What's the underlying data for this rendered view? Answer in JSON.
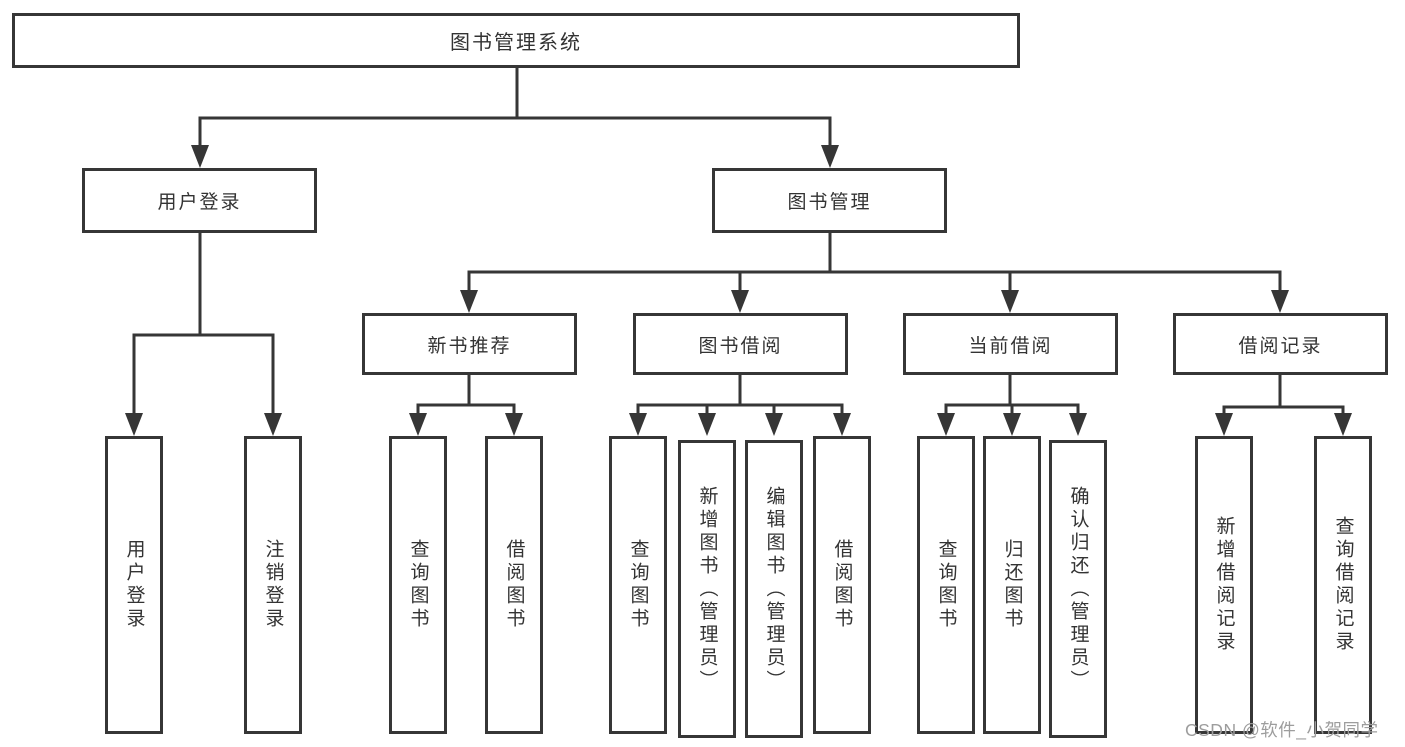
{
  "diagram": {
    "root": {
      "label": "图书管理系统"
    },
    "branches": [
      {
        "label": "用户登录",
        "children": [
          "用户登录",
          "注销登录"
        ]
      },
      {
        "label": "图书管理",
        "modules": [
          {
            "label": "新书推荐",
            "children": [
              "查询图书",
              "借阅图书"
            ]
          },
          {
            "label": "图书借阅",
            "children": [
              "查询图书",
              "新增图书（管理员）",
              "编辑图书（管理员）",
              "借阅图书"
            ]
          },
          {
            "label": "当前借阅",
            "children": [
              "查询图书",
              "归还图书",
              "确认归还（管理员）"
            ]
          },
          {
            "label": "借阅记录",
            "children": [
              "新增借阅记录",
              "查询借阅记录"
            ]
          }
        ]
      }
    ]
  },
  "watermark": {
    "text": "CSDN @软件_小贺同学"
  },
  "colors": {
    "line": "#363636",
    "box_border": "#363636",
    "text": "#333333",
    "watermark_text": "#9d9d9d",
    "background": "#ffffff"
  }
}
